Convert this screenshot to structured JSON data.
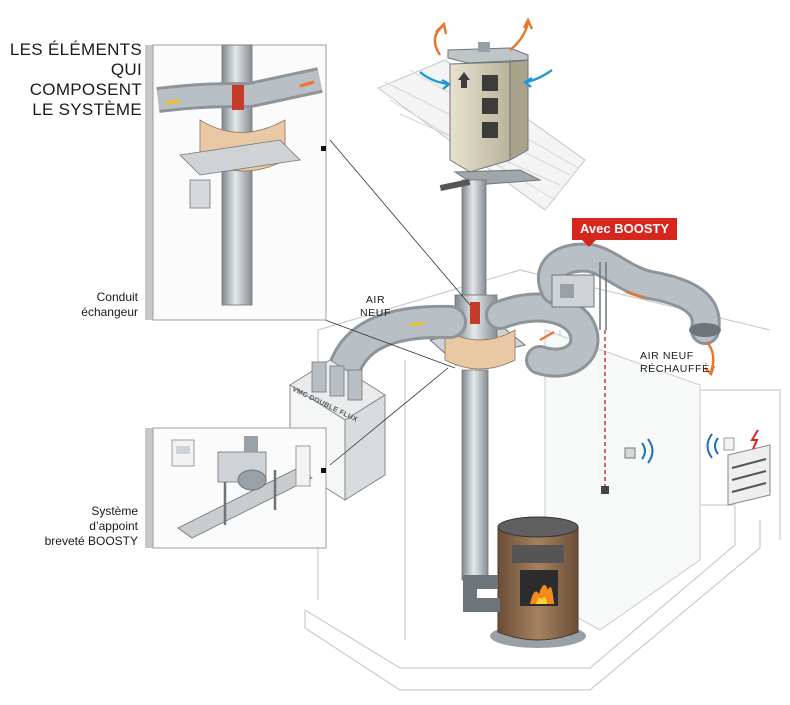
{
  "title": {
    "line1": "LES ÉLÉMENTS",
    "line2": "QUI COMPOSENT",
    "line3": "LE SYSTÈME"
  },
  "labels": {
    "conduit_line1": "Conduit",
    "conduit_line2": "échangeur",
    "systeme_line1": "Système",
    "systeme_line2": "d’appoint",
    "systeme_line3": "breveté BOOSTY",
    "air_neuf_line1": "AIR",
    "air_neuf_line2": "NEUF",
    "air_rechauffe_line1": "AIR NEUF",
    "air_rechauffe_line2": "RÉCHAUFFÉ",
    "vmc": "VMC DOUBLE FLUX"
  },
  "badge": {
    "text": "Avec BOOSTY"
  },
  "colors": {
    "accent_red": "#d7261e",
    "arrow_orange": "#e8762c",
    "arrow_blue": "#1f9ad6",
    "arrow_yellow": "#f2c11c",
    "duct_grey": "#9ea7ae",
    "stove_brown": "#8b6a4f"
  }
}
